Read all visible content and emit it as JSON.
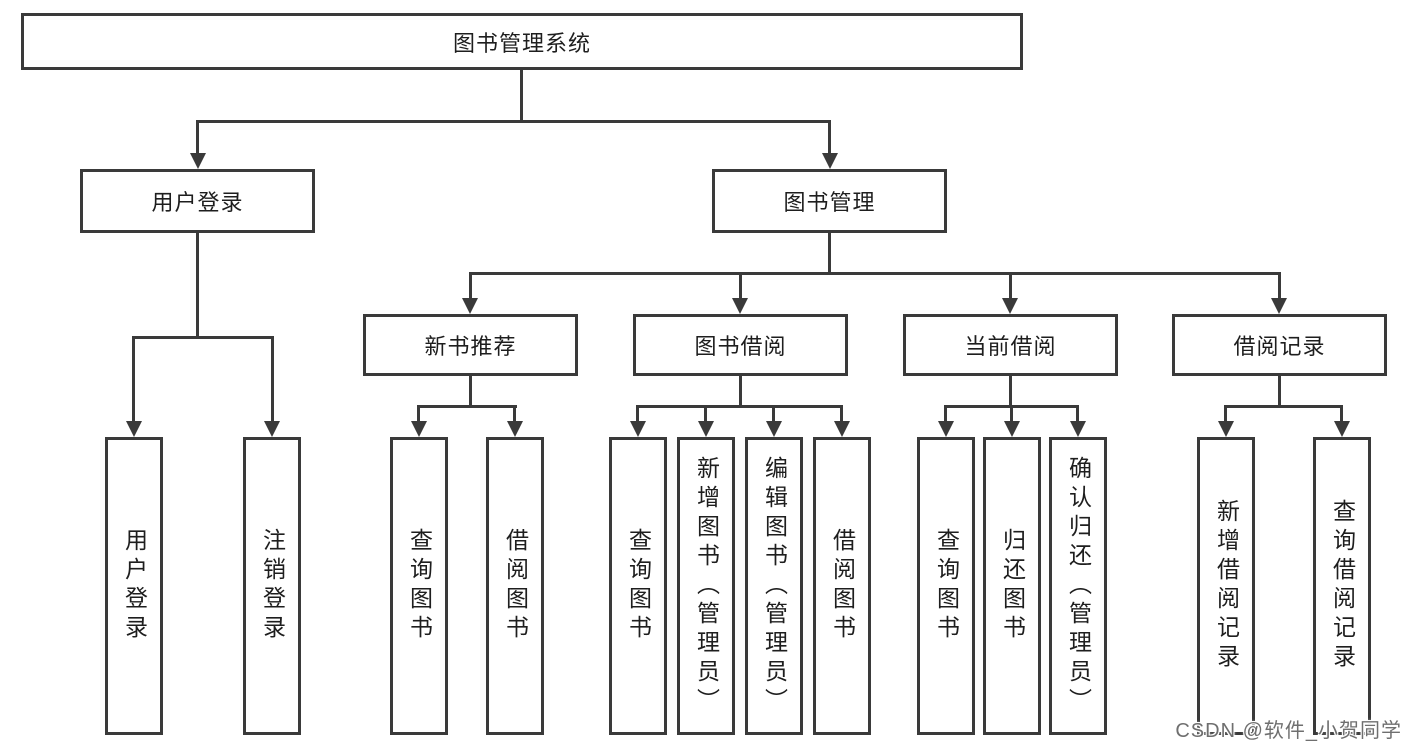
{
  "diagram": {
    "title_note": "library management system feature tree",
    "root": {
      "label": "图书管理系统"
    },
    "branches": [
      {
        "label": "用户登录",
        "children": [
          {
            "label": "用户登录"
          },
          {
            "label": "注销登录"
          }
        ]
      },
      {
        "label": "图书管理",
        "children": [
          {
            "label": "新书推荐",
            "children": [
              {
                "label": "查询图书"
              },
              {
                "label": "借阅图书"
              }
            ]
          },
          {
            "label": "图书借阅",
            "children": [
              {
                "label": "查询图书"
              },
              {
                "label": "新增图书（管理员）"
              },
              {
                "label": "编辑图书（管理员）"
              },
              {
                "label": "借阅图书"
              }
            ]
          },
          {
            "label": "当前借阅",
            "children": [
              {
                "label": "查询图书"
              },
              {
                "label": "归还图书"
              },
              {
                "label": "确认归还（管理员）"
              }
            ]
          },
          {
            "label": "借阅记录",
            "children": [
              {
                "label": "新增借阅记录"
              },
              {
                "label": "查询借阅记录"
              }
            ]
          }
        ]
      }
    ]
  },
  "watermark": {
    "text": "CSDN @软件_小贺同学",
    "color": "#6f6f6f"
  },
  "colors": {
    "line": "#3a3a3a",
    "background": "#ffffff",
    "text": "#1e1e1e"
  }
}
